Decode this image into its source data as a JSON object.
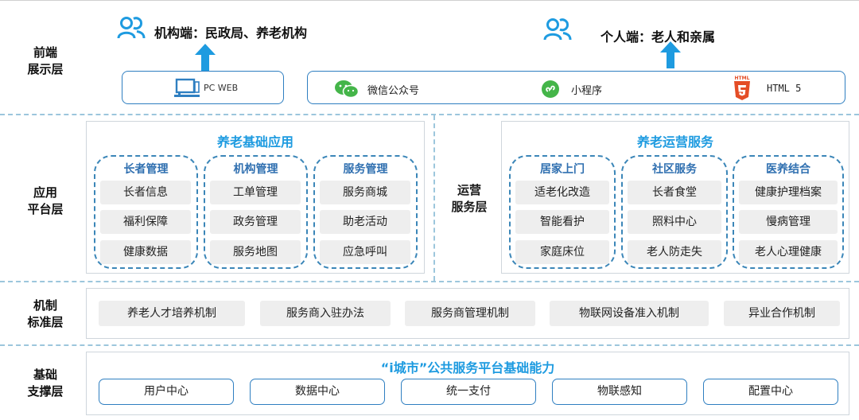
{
  "layers": {
    "front": "前端\n展示层",
    "app": "应用\n平台层",
    "mech": "机制\n标准层",
    "base": "基础\n支撑层"
  },
  "front": {
    "org_label": "机构端：民政局、养老机构",
    "person_label": "个人端：老人和亲属",
    "pcweb": "PC WEB",
    "wechat": "微信公众号",
    "miniapp": "小程序",
    "html5": "HTML 5",
    "html5_badge": "HTML"
  },
  "app": {
    "left_title": "养老基础应用",
    "right_title": "养老运营服务",
    "ops_label": "运营\n服务层",
    "groups": [
      {
        "title": "长者管理",
        "items": [
          "长者信息",
          "福利保障",
          "健康数据"
        ]
      },
      {
        "title": "机构管理",
        "items": [
          "工单管理",
          "政务管理",
          "服务地图"
        ]
      },
      {
        "title": "服务管理",
        "items": [
          "服务商城",
          "助老活动",
          "应急呼叫"
        ]
      },
      {
        "title": "居家上门",
        "items": [
          "适老化改造",
          "智能看护",
          "家庭床位"
        ]
      },
      {
        "title": "社区服务",
        "items": [
          "长者食堂",
          "照料中心",
          "老人防走失"
        ]
      },
      {
        "title": "医养结合",
        "items": [
          "健康护理档案",
          "慢病管理",
          "老人心理健康"
        ]
      }
    ]
  },
  "mech": {
    "items": [
      "养老人才培养机制",
      "服务商入驻办法",
      "服务商管理机制",
      "物联网设备准入机制",
      "异业合作机制"
    ]
  },
  "base": {
    "title": "“i城市”公共服务平台基础能力",
    "items": [
      "用户中心",
      "数据中心",
      "统一支付",
      "物联感知",
      "配置中心"
    ]
  },
  "colors": {
    "accent_blue": "#1e9be0",
    "border_blue": "#2f7fc1",
    "grey_fill": "#eeeeee"
  }
}
